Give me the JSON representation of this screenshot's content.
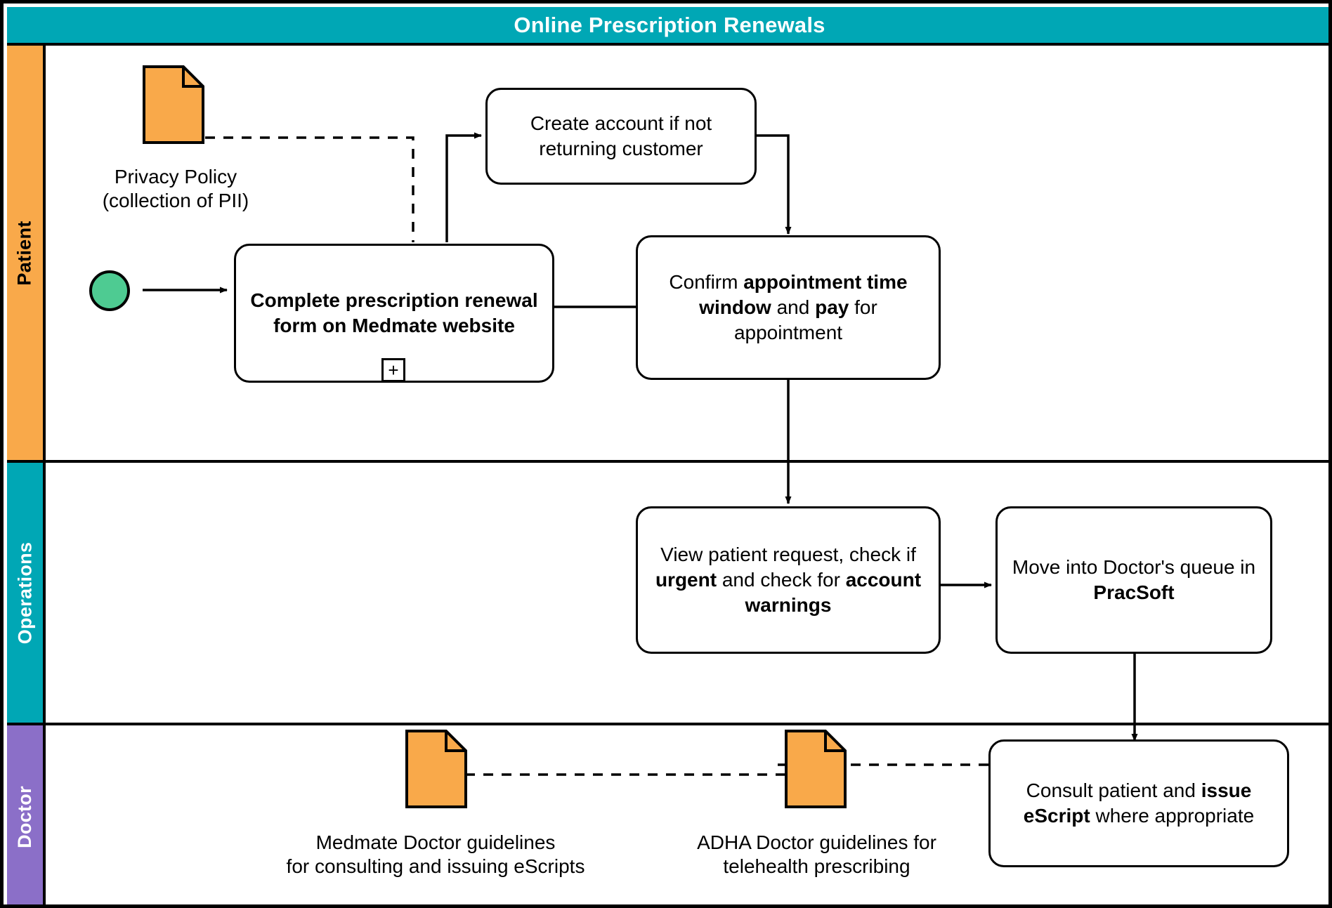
{
  "pool": {
    "title": "Online Prescription Renewals",
    "header_bg": "#00A7B5",
    "header_text_color": "#ffffff"
  },
  "lanes": [
    {
      "id": "patient",
      "label": "Patient",
      "bg": "#F9A94A",
      "text_color": "#000000"
    },
    {
      "id": "operations",
      "label": "Operations",
      "bg": "#00A7B5",
      "text_color": "#ffffff"
    },
    {
      "id": "doctor",
      "label": "Doctor",
      "bg": "#8B6FC8",
      "text_color": "#ffffff"
    }
  ],
  "events": {
    "start": {
      "name": "start-event",
      "fill": "#4ECB92",
      "stroke": "#000000"
    }
  },
  "tasks": {
    "create_account": {
      "text": "Create account if not returning customer",
      "lane": "patient",
      "bold": false
    },
    "complete_form": {
      "text": "Complete prescription renewal form on Medmate website",
      "lane": "patient",
      "bold": true,
      "marker": "+"
    },
    "confirm_pay": {
      "html": "Confirm <b>appointment time window</b> and <b>pay</b> for appointment",
      "lane": "patient",
      "bold": false
    },
    "view_request": {
      "html": "View patient request, check if <b>urgent</b> and check for <b>account warnings</b>",
      "lane": "operations",
      "bold": false
    },
    "move_queue": {
      "html": "Move into Doctor's queue in <b>PracSoft</b>",
      "lane": "operations",
      "bold": false
    },
    "consult_issue": {
      "html": "Consult patient and <b>issue eScript</b> where appropriate",
      "lane": "doctor",
      "bold": false
    }
  },
  "data_objects": {
    "privacy_policy": {
      "label": "Privacy Policy\n(collection of PII)",
      "lane": "patient",
      "fill": "#F9A94A",
      "stroke": "#000000"
    },
    "medmate_guidelines": {
      "label": "Medmate Doctor guidelines\nfor consulting and issuing eScripts",
      "lane": "doctor",
      "fill": "#F9A94A",
      "stroke": "#000000"
    },
    "adha_guidelines": {
      "label": "ADHA Doctor guidelines for\ntelehealth prescribing",
      "lane": "doctor",
      "fill": "#F9A94A",
      "stroke": "#000000"
    }
  },
  "connectors": [
    {
      "name": "start-to-complete-form",
      "style": "solid",
      "arrow": true
    },
    {
      "name": "complete-form-to-create-account",
      "style": "solid",
      "arrow": true
    },
    {
      "name": "create-account-to-confirm-pay",
      "style": "solid",
      "arrow": true
    },
    {
      "name": "complete-form-to-confirm-pay",
      "style": "solid",
      "arrow": false
    },
    {
      "name": "confirm-pay-to-view-request",
      "style": "solid",
      "arrow": true
    },
    {
      "name": "view-request-to-move-queue",
      "style": "solid",
      "arrow": true
    },
    {
      "name": "move-queue-to-consult-issue",
      "style": "solid",
      "arrow": true
    },
    {
      "name": "privacy-policy-association",
      "style": "dashed",
      "arrow": false
    },
    {
      "name": "medmate-guidelines-association",
      "style": "dashed",
      "arrow": false
    },
    {
      "name": "adha-guidelines-association",
      "style": "dashed",
      "arrow": false
    }
  ]
}
